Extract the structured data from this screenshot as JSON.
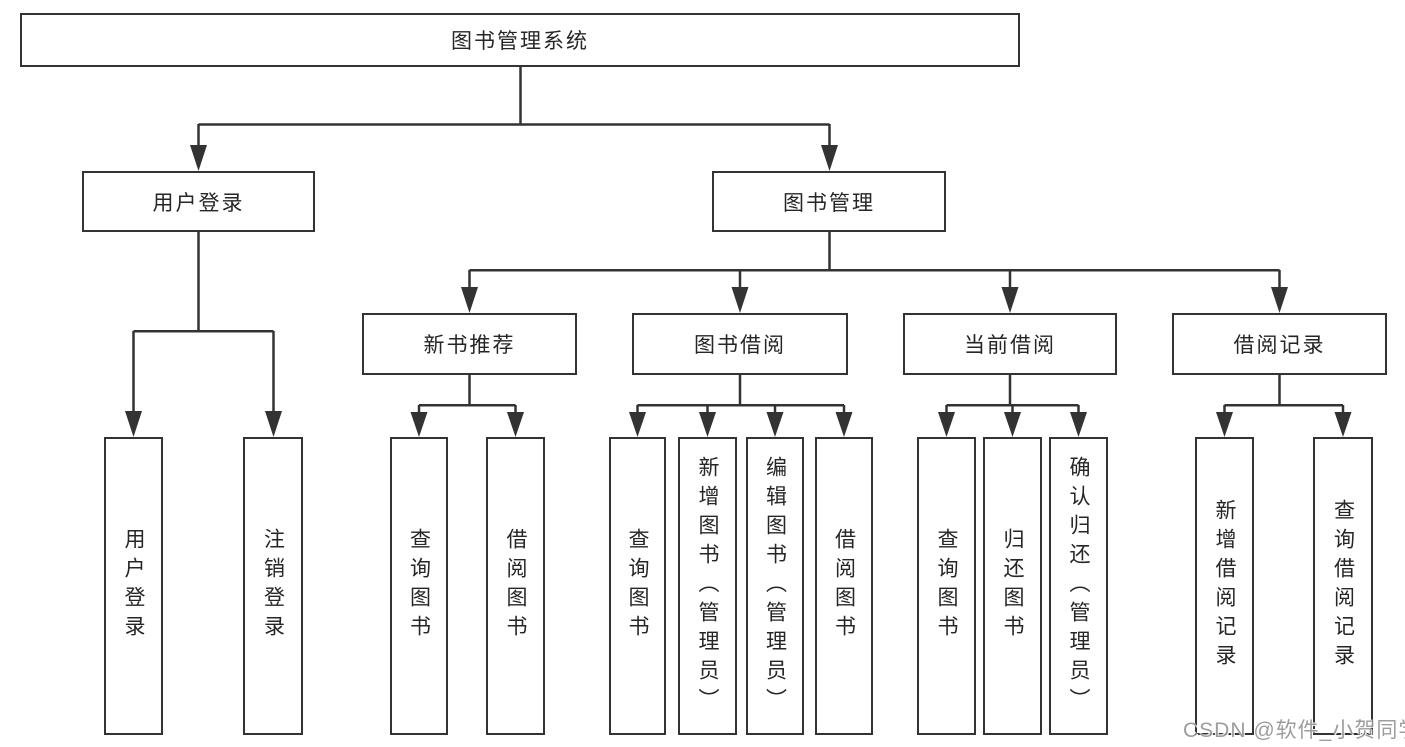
{
  "diagram": {
    "root": {
      "label": "图书管理系统"
    },
    "branches": [
      {
        "label": "用户登录",
        "children": [
          {
            "label": "用户登录"
          },
          {
            "label": "注销登录"
          }
        ]
      },
      {
        "label": "图书管理",
        "children": [
          {
            "label": "新书推荐",
            "children": [
              {
                "label": "查询图书"
              },
              {
                "label": "借阅图书"
              }
            ]
          },
          {
            "label": "图书借阅",
            "children": [
              {
                "label": "查询图书"
              },
              {
                "label": "新增图书（管理员）"
              },
              {
                "label": "编辑图书（管理员）"
              },
              {
                "label": "借阅图书"
              }
            ]
          },
          {
            "label": "当前借阅",
            "children": [
              {
                "label": "查询图书"
              },
              {
                "label": "归还图书"
              },
              {
                "label": "确认归还（管理员）"
              }
            ]
          },
          {
            "label": "借阅记录",
            "children": [
              {
                "label": "新增借阅记录"
              },
              {
                "label": "查询借阅记录"
              }
            ]
          }
        ]
      }
    ]
  },
  "colors": {
    "line": "#333333",
    "text": "#262626",
    "background": "#ffffff",
    "watermark": "#8c8c8c"
  },
  "watermark": {
    "text": "CSDN @软件_小贺同学"
  }
}
